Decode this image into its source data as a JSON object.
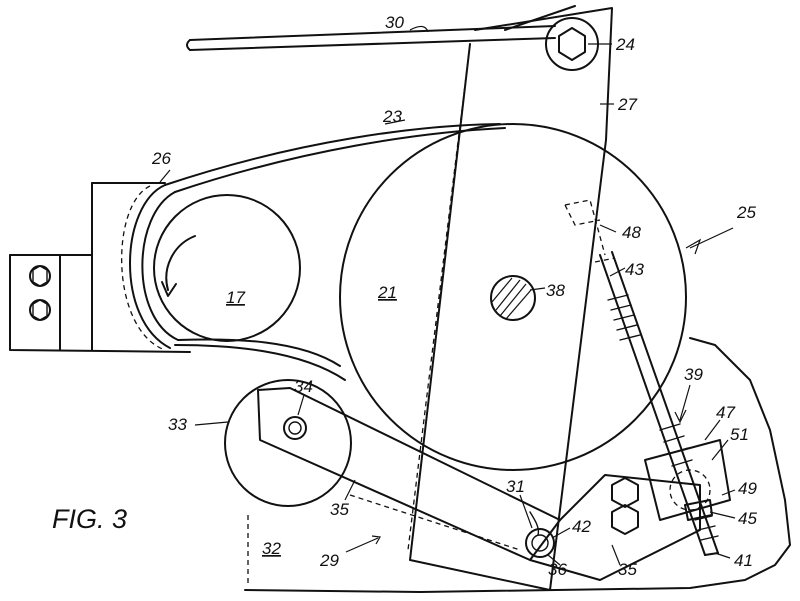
{
  "figure": {
    "title": "FIG. 3"
  },
  "labels": {
    "l17": "17",
    "l21": "21",
    "l23": "23",
    "l24": "24",
    "l25": "25",
    "l26": "26",
    "l27": "27",
    "l29": "29",
    "l30": "30",
    "l31": "31",
    "l32": "32",
    "l33": "33",
    "l34": "34",
    "l35a": "35",
    "l35b": "35",
    "l36": "36",
    "l38": "38",
    "l39": "39",
    "l41": "41",
    "l42": "42",
    "l43": "43",
    "l45": "45",
    "l47": "47",
    "l48": "48",
    "l49": "49",
    "l51": "51"
  }
}
